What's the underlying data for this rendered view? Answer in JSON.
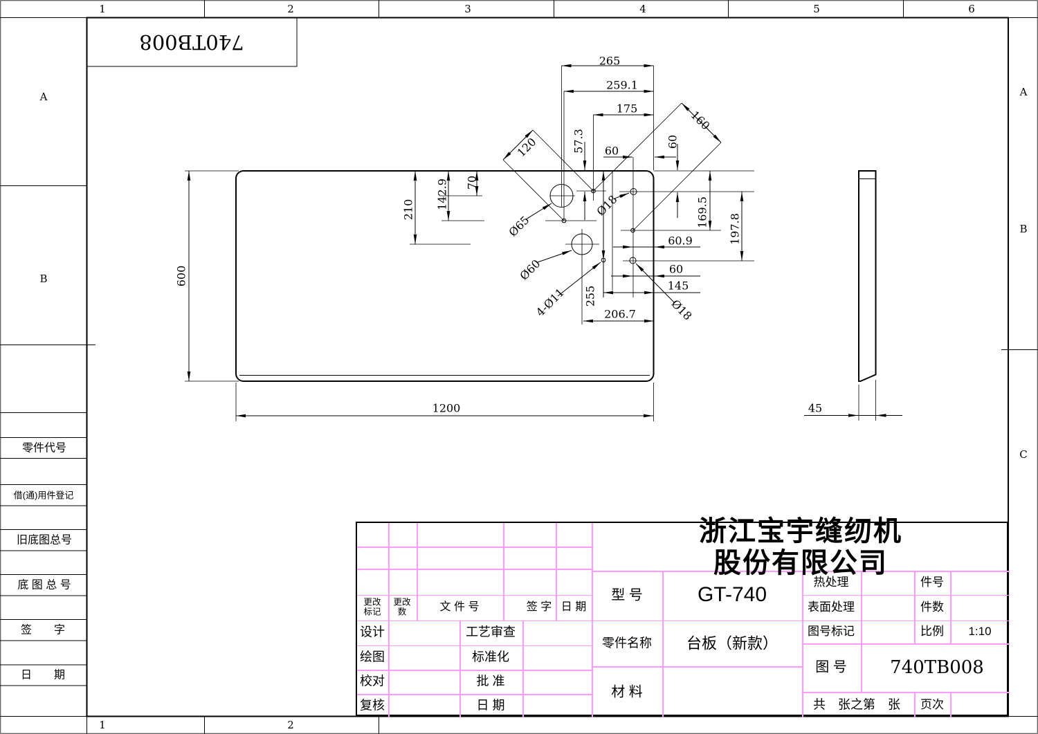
{
  "colors": {
    "pink": "#ff9bff",
    "ink": "#000000",
    "paper": "#ffffff"
  },
  "sheet": {
    "stamp_text": "740TB008",
    "top_zone_labels": [
      "1",
      "2",
      "3",
      "4",
      "5",
      "6"
    ],
    "bottom_zone_labels": [
      "1",
      "2"
    ],
    "left_margin_labels": [
      "A",
      "B"
    ],
    "right_margin_labels": [
      "A",
      "B",
      "C"
    ]
  },
  "left_panel": {
    "rows": [
      "零件代号",
      "借(通)用件登记",
      "旧底图总号",
      "底 图 总 号",
      "签　　字",
      "日　　期"
    ]
  },
  "drawing": {
    "part_outline": "table board 1200x600, thickness 45, scale 1:10",
    "dims": [
      {
        "text": "265"
      },
      {
        "text": "259.1"
      },
      {
        "text": "175"
      },
      {
        "text": "160"
      },
      {
        "text": "57.3"
      },
      {
        "text": "120"
      },
      {
        "text": "60"
      },
      {
        "text": "60"
      },
      {
        "text": "70"
      },
      {
        "text": "142.9"
      },
      {
        "text": "210"
      },
      {
        "text": "600"
      },
      {
        "text": "Ø65"
      },
      {
        "text": "Ø18"
      },
      {
        "text": "169.5"
      },
      {
        "text": "197.8"
      },
      {
        "text": "60.9"
      },
      {
        "text": "Ø60"
      },
      {
        "text": "60"
      },
      {
        "text": "145"
      },
      {
        "text": "255"
      },
      {
        "text": "4-Ø11"
      },
      {
        "text": "206.7"
      },
      {
        "text": "Ø18"
      },
      {
        "text": "1200"
      },
      {
        "text": "45"
      }
    ]
  },
  "title_block": {
    "company": "浙江宝宇缝纫机股份有限公司",
    "rev_mark": "更改\n标记",
    "rev_count": "更改\n数",
    "doc_no": "文 件 号",
    "sign": "签 字",
    "date": "日 期",
    "design": "设计",
    "process_review": "工艺审查",
    "draw": "绘图",
    "standardize": "标准化",
    "check": "校对",
    "approve": "批  准",
    "recheck": "复核",
    "date2": "日  期",
    "model_label": "型 号",
    "model_value": "GT-740",
    "part_label": "零件名称",
    "part_value": "台板（新款）",
    "material_label": "材 料",
    "heat_label": "热处理",
    "surface_label": "表面处理",
    "fig_mark_label": "图号标记",
    "fig_label": "图 号",
    "fig_value": "740TB008",
    "item_no_label": "件号",
    "item_qty_label": "件数",
    "scale_label": "比例",
    "scale_value": "1:10",
    "sheet_note": "共　张之第　张",
    "page_label": "页次"
  }
}
